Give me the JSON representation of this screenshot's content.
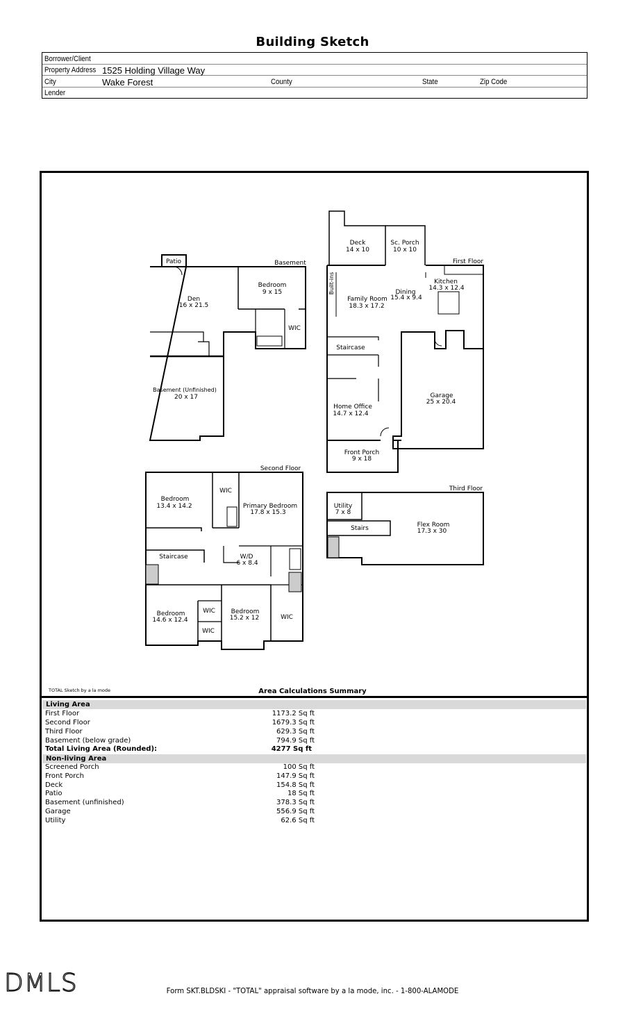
{
  "title": "Building Sketch",
  "header": {
    "borrower_label": "Borrower/Client",
    "address_label": "Property Address",
    "address_value": "1525 Holding Village Way",
    "city_label": "City",
    "city_value": "Wake Forest",
    "county_label": "County",
    "state_label": "State",
    "zip_label": "Zip Code",
    "lender_label": "Lender"
  },
  "plan": {
    "basement": {
      "floor_label": "Basement",
      "patio": "Patio",
      "den": "Den",
      "den_dim": "16 x 21.5",
      "bedroom": "Bedroom",
      "bedroom_dim": "9 x 15",
      "wic": "WIC",
      "unfinished": "Basement (Unfinished)",
      "unfinished_dim": "20 x 17"
    },
    "first": {
      "floor_label": "First Floor",
      "deck": "Deck",
      "deck_dim": "14 x 10",
      "sc_porch": "Sc. Porch",
      "sc_porch_dim": "10 x 10",
      "builtins": "Built-ins",
      "family": "Family Room",
      "family_dim": "18.3 x 17.2",
      "dining": "Dining",
      "dining_dim": "15.4 x 9.4",
      "kitchen": "Kitchen",
      "kitchen_dim": "14.3 x 12.4",
      "staircase": "Staircase",
      "office": "Home Office",
      "office_dim": "14.7 x 12.4",
      "garage": "Garage",
      "garage_dim": "25 x 20.4",
      "front_porch": "Front Porch",
      "front_porch_dim": "9 x 18"
    },
    "second": {
      "floor_label": "Second Floor",
      "bedroom1": "Bedroom",
      "bedroom1_dim": "13.4 x 14.2",
      "wic1": "WIC",
      "primary": "Primary Bedroom",
      "primary_dim": "17.8 x 15.3",
      "staircase": "Staircase",
      "wd": "W/D",
      "wd_dim": "6 x 8.4",
      "bedroom2": "Bedroom",
      "bedroom2_dim": "14.6 x 12.4",
      "wic2": "WIC",
      "wic3": "WIC",
      "bedroom3": "Bedroom",
      "bedroom3_dim": "15.2 x 12",
      "wic4": "WIC"
    },
    "third": {
      "floor_label": "Third Floor",
      "utility": "Utility",
      "utility_dim": "7 x 8",
      "stairs": "Stairs",
      "flex": "Flex Room",
      "flex_dim": "17.3 x 30"
    }
  },
  "sketch_note": "TOTAL Sketch by a la mode",
  "area_summary_title": "Area Calculations Summary",
  "living_area": {
    "title": "Living Area",
    "rows": [
      {
        "label": "First Floor",
        "value": "1173.2 Sq ft"
      },
      {
        "label": "Second Floor",
        "value": "1679.3 Sq ft"
      },
      {
        "label": "Third Floor",
        "value": "629.3 Sq ft"
      },
      {
        "label": "Basement (below grade)",
        "value": "794.9 Sq ft"
      }
    ],
    "total_label": "Total Living Area (Rounded):",
    "total_value": "4277 Sq ft"
  },
  "nonliving_area": {
    "title": "Non-living Area",
    "rows": [
      {
        "label": "Screened Porch",
        "value": "100 Sq ft"
      },
      {
        "label": "Front Porch",
        "value": "147.9 Sq ft"
      },
      {
        "label": "Deck",
        "value": "154.8 Sq ft"
      },
      {
        "label": "Patio",
        "value": "18 Sq ft"
      },
      {
        "label": "Basement (unfinished)",
        "value": "378.3 Sq ft"
      },
      {
        "label": "Garage",
        "value": "556.9 Sq ft"
      },
      {
        "label": "Utility",
        "value": "62.6 Sq ft"
      }
    ]
  },
  "logo_text": "DMLS",
  "footer": "Form SKT.BLDSKI - \"TOTAL\" appraisal software by a la mode, inc. - 1-800-ALAMODE"
}
